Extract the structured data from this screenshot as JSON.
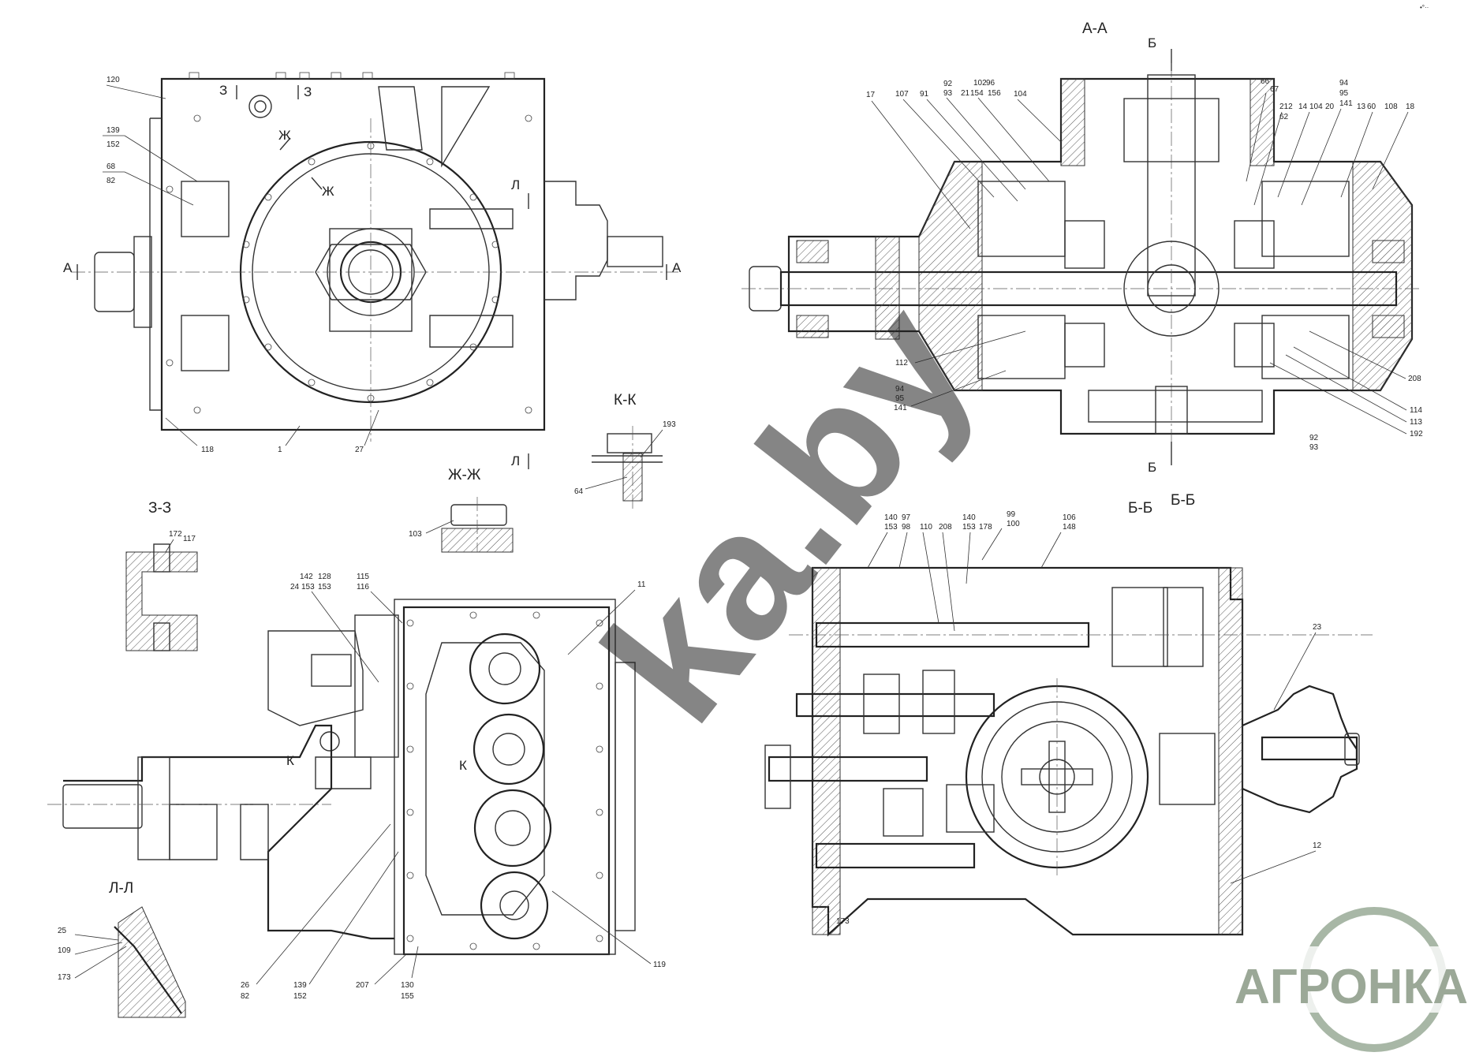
{
  "section_labels": {
    "aa": "А-А",
    "bb_a": "Б-Б",
    "bb_b": "Б-Б",
    "zz": "Ж-Ж",
    "kk": "К-К",
    "ll": "Л-Л",
    "ee": "З-З"
  },
  "cut_marks": {
    "a": "А",
    "b": "Б",
    "z": "Ж",
    "l": "Л",
    "e": "З",
    "k": "К"
  },
  "watermark": "ka.by",
  "logo": {
    "text": "АГРОНКА",
    "color": "#8a9a86"
  },
  "callouts": {
    "top_left": [
      "120",
      "139",
      "152",
      "68",
      "82",
      "118",
      "1",
      "27"
    ],
    "kk": [
      "193",
      "64"
    ],
    "zz": [
      "103"
    ],
    "ee": [
      "172",
      "117"
    ],
    "bottom_left": [
      "142",
      "24",
      "153",
      "128",
      "153",
      "115",
      "116",
      "11",
      "26",
      "82",
      "139",
      "152",
      "207",
      "130",
      "155",
      "119"
    ],
    "ll": [
      "25",
      "109",
      "173"
    ],
    "aa_top": [
      "17",
      "107",
      "91",
      "92",
      "93",
      "21",
      "102",
      "154",
      "96",
      "156",
      "104",
      "66",
      "67",
      "212",
      "62",
      "14",
      "104",
      "20",
      "94",
      "95",
      "141",
      "13",
      "60",
      "108",
      "18"
    ],
    "aa_bottom": [
      "112",
      "94",
      "95",
      "141",
      "208",
      "114",
      "113",
      "192",
      "92",
      "93"
    ],
    "bb_top": [
      "140",
      "153",
      "97",
      "98",
      "110",
      "208",
      "140",
      "153",
      "178",
      "99",
      "100",
      "106",
      "148"
    ],
    "bb_side": [
      "23",
      "12",
      "173"
    ]
  }
}
